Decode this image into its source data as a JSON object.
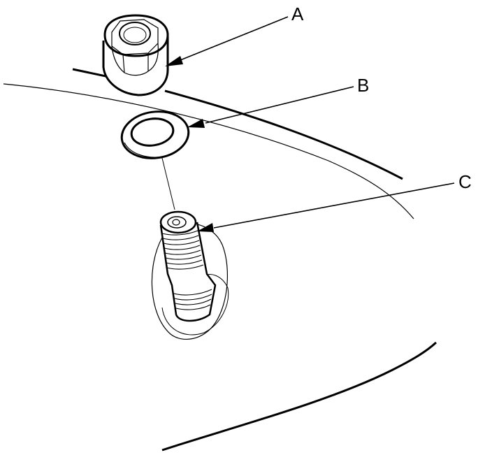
{
  "labels": {
    "a": "A",
    "b": "B",
    "c": "C"
  },
  "parts": {
    "a": "lug-nut-icon",
    "b": "washer-icon",
    "c": "wheel-stud-icon"
  },
  "colors": {
    "line": "#000000",
    "background": "#ffffff"
  }
}
